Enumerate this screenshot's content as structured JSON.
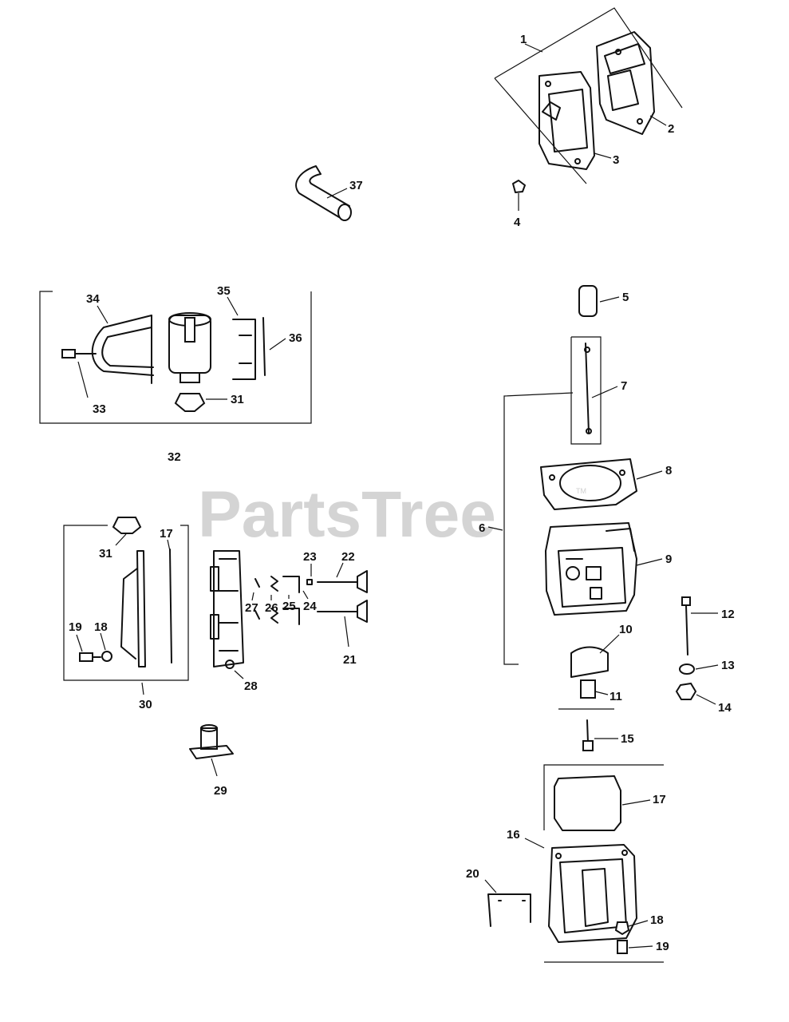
{
  "watermark": {
    "text": "PartsTree",
    "trademark": "TM"
  },
  "callouts": {
    "c1": "1",
    "c2": "2",
    "c3": "3",
    "c4": "4",
    "c5": "5",
    "c6": "6",
    "c7": "7",
    "c8": "8",
    "c9": "9",
    "c10": "10",
    "c11": "11",
    "c12": "12",
    "c13": "13",
    "c14": "14",
    "c15": "15",
    "c16": "16",
    "c17a": "17",
    "c17b": "17",
    "c18a": "18",
    "c18b": "18",
    "c19a": "19",
    "c19b": "19",
    "c20": "20",
    "c21": "21",
    "c22": "22",
    "c23": "23",
    "c24": "24",
    "c25": "25",
    "c26": "26",
    "c27": "27",
    "c28": "28",
    "c29": "29",
    "c30": "30",
    "c31a": "31",
    "c31b": "31",
    "c32": "32",
    "c33": "33",
    "c34": "34",
    "c35": "35",
    "c36": "36",
    "c37": "37"
  }
}
